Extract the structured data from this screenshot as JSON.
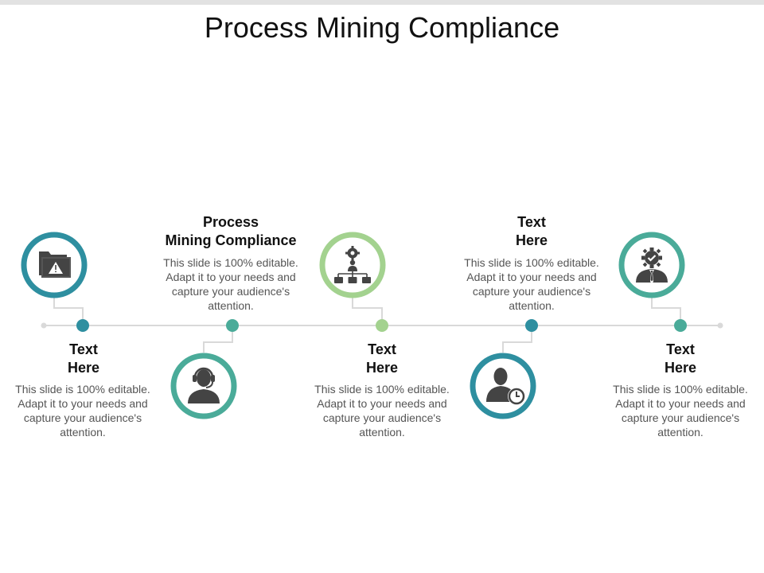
{
  "title": "Process Mining Compliance",
  "colors": {
    "dark_teal": "#2e8fa0",
    "teal": "#4aab99",
    "light_green": "#a3d28f",
    "icon_gray": "#444444",
    "line_gray": "#d9d9d9"
  },
  "steps": [
    {
      "heading": [
        "Text",
        "Here"
      ],
      "description": "This slide is 100% editable. Adapt it to your needs and capture your audience's attention.",
      "icon": "folder-warning-icon",
      "color": "#2e8fa0"
    },
    {
      "heading": [
        "Process",
        "Mining Compliance"
      ],
      "description": "This slide is 100% editable. Adapt it to your needs and capture your audience's attention.",
      "icon": "headset-person-icon",
      "color": "#4aab99"
    },
    {
      "heading": [
        "Text",
        "Here"
      ],
      "description": "This slide is 100% editable. Adapt it to your needs and capture your audience's attention.",
      "icon": "org-chart-gear-icon",
      "color": "#a3d28f"
    },
    {
      "heading": [
        "Text",
        "Here"
      ],
      "description": "This slide is 100% editable. Adapt it to your needs and capture your audience's attention.",
      "icon": "person-clock-icon",
      "color": "#2e8fa0"
    },
    {
      "heading": [
        "Text",
        "Here"
      ],
      "description": "This slide is 100% editable. Adapt it to your needs and capture your audience's attention.",
      "icon": "businessman-gear-check-icon",
      "color": "#4aab99"
    }
  ]
}
